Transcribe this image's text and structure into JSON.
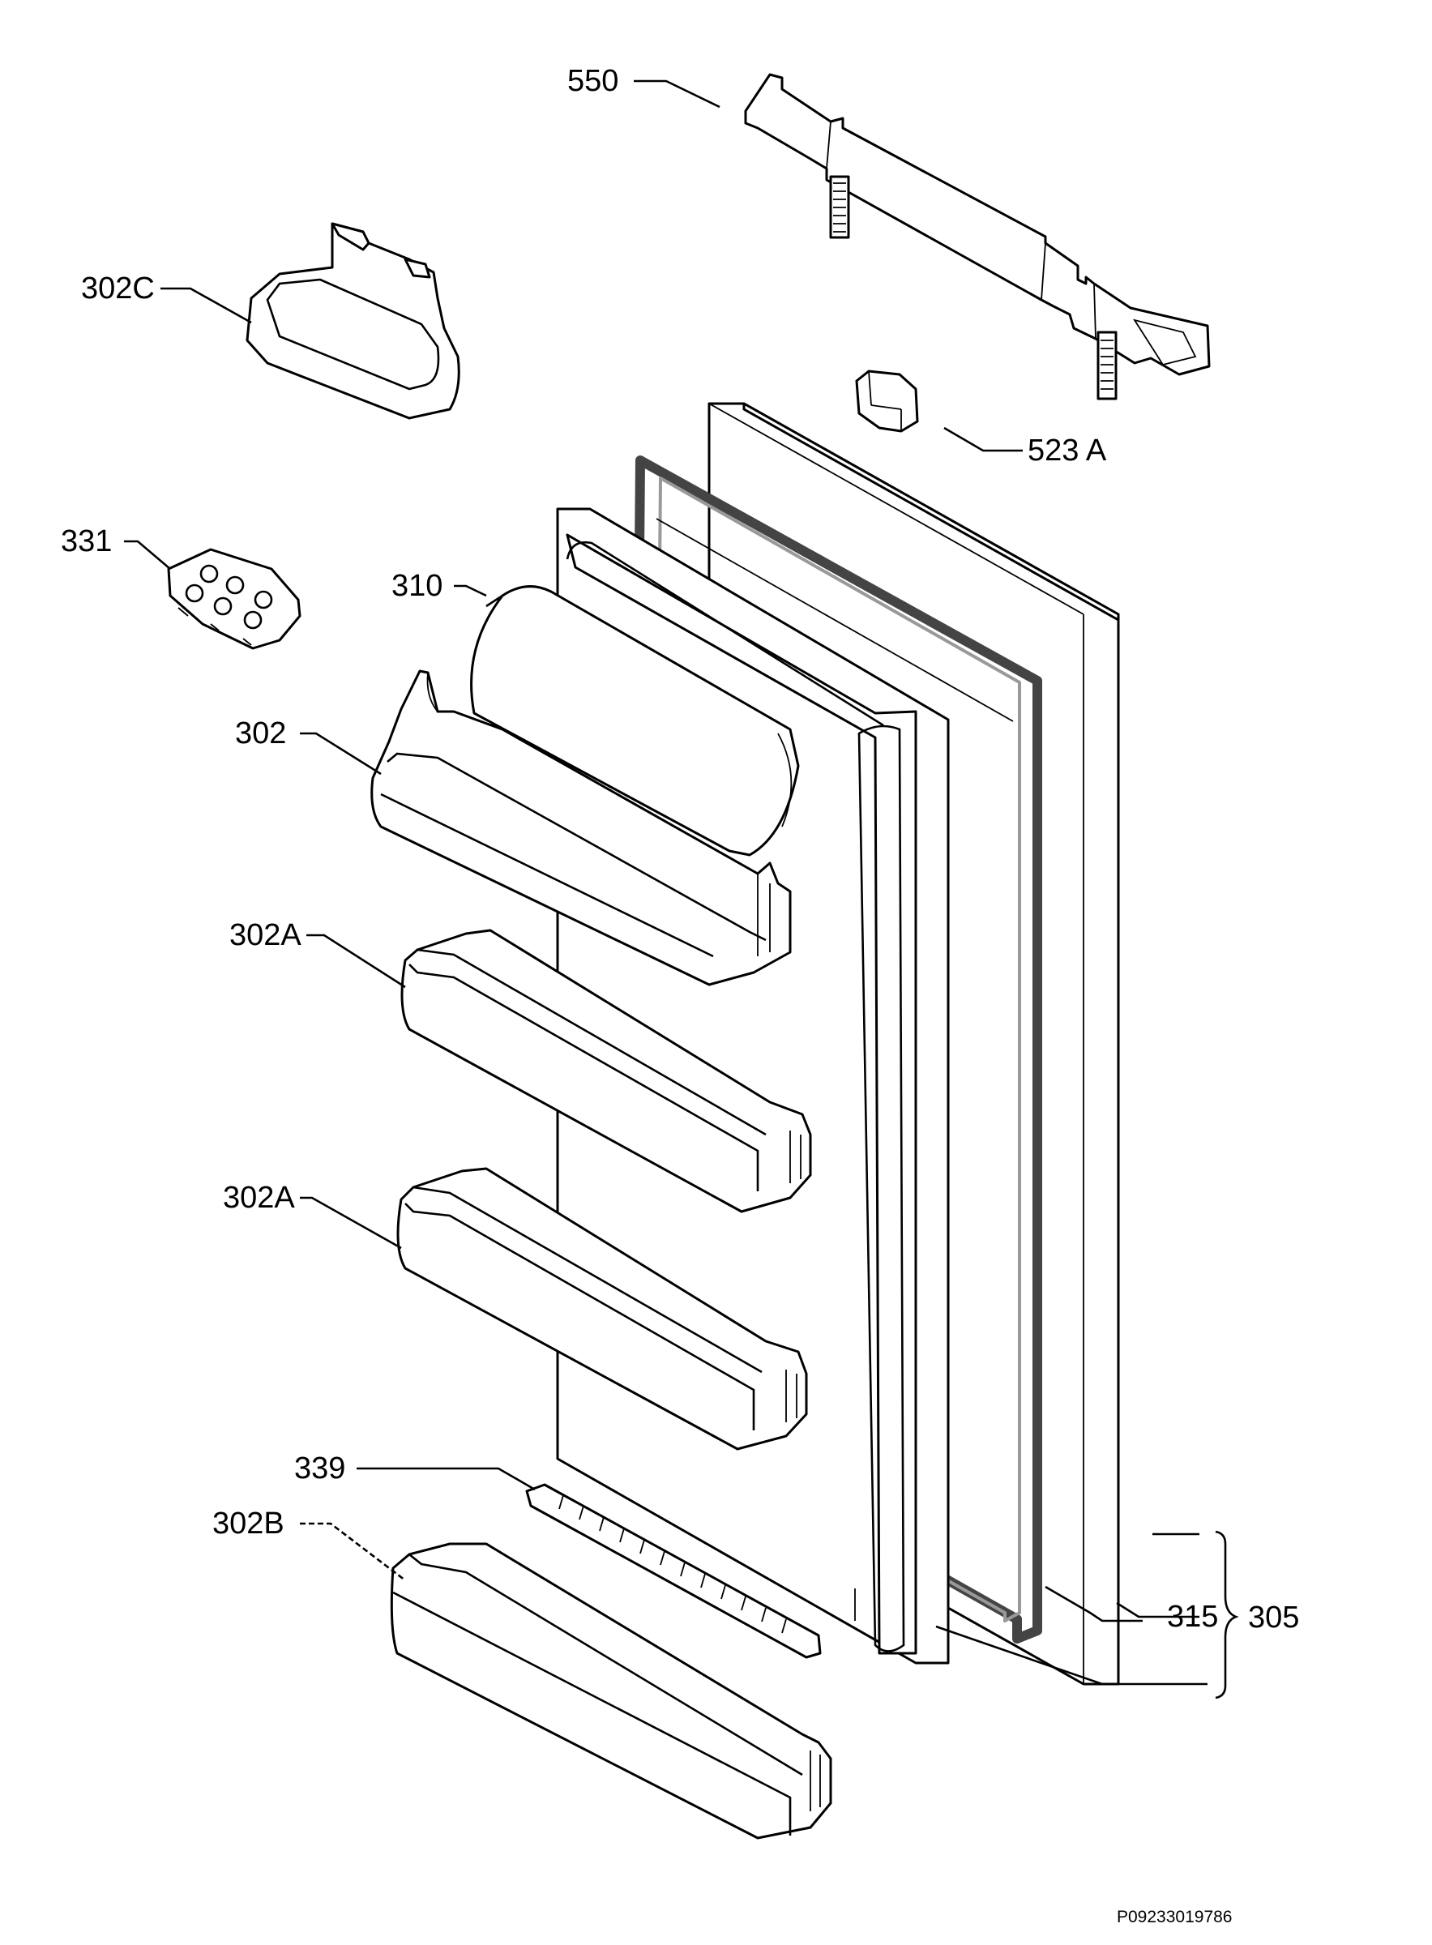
{
  "diagram": {
    "labels": {
      "l550": "550",
      "l302c": "302C",
      "l523a": "523 A",
      "l331": "331",
      "l310": "310",
      "l302": "302",
      "l302a_1": "302A",
      "l302a_2": "302A",
      "l339": "339",
      "l302b": "302B",
      "l315": "315",
      "l305": "305"
    },
    "footer_code": "P09233019786"
  }
}
